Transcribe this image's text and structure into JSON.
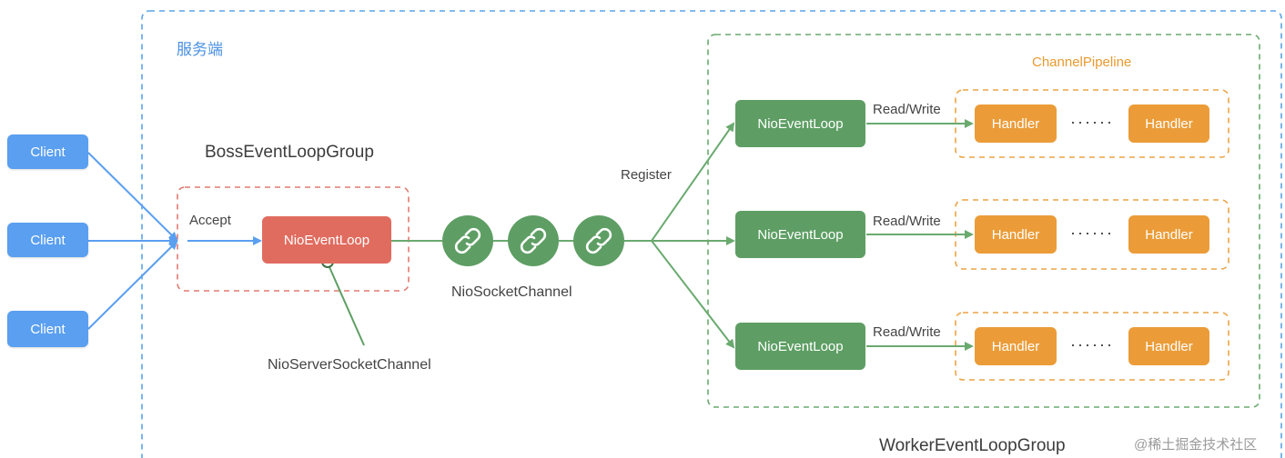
{
  "server": {
    "title": "服务端",
    "boss_group_label": "BossEventLoopGroup",
    "worker_group_label": "WorkerEventLoopGroup",
    "pipeline_label": "ChannelPipeline"
  },
  "clients": [
    "Client",
    "Client",
    "Client"
  ],
  "accept_label": "Accept",
  "boss_loop_label": "NioEventLoop",
  "server_socket_channel_label": "NioServerSocketChannel",
  "socket_channel_label": "NioSocketChannel",
  "register_label": "Register",
  "workers": [
    {
      "loop": "NioEventLoop",
      "io_label": "Read/Write",
      "handler_first": "Handler",
      "ellipsis": "······",
      "handler_last": "Handler"
    },
    {
      "loop": "NioEventLoop",
      "io_label": "Read/Write",
      "handler_first": "Handler",
      "ellipsis": "······",
      "handler_last": "Handler"
    },
    {
      "loop": "NioEventLoop",
      "io_label": "Read/Write",
      "handler_first": "Handler",
      "ellipsis": "······",
      "handler_last": "Handler"
    }
  ],
  "watermark": "@稀土掘金技术社区",
  "colors": {
    "client": "#5a9ff0",
    "boss_loop": "#e06c5f",
    "worker_loop": "#5e9e64",
    "handler": "#eb9c38",
    "server_border": "#5aa3e8",
    "boss_border": "#e07a70",
    "worker_border": "#6aaa6f",
    "pipeline_border": "#eba446"
  }
}
